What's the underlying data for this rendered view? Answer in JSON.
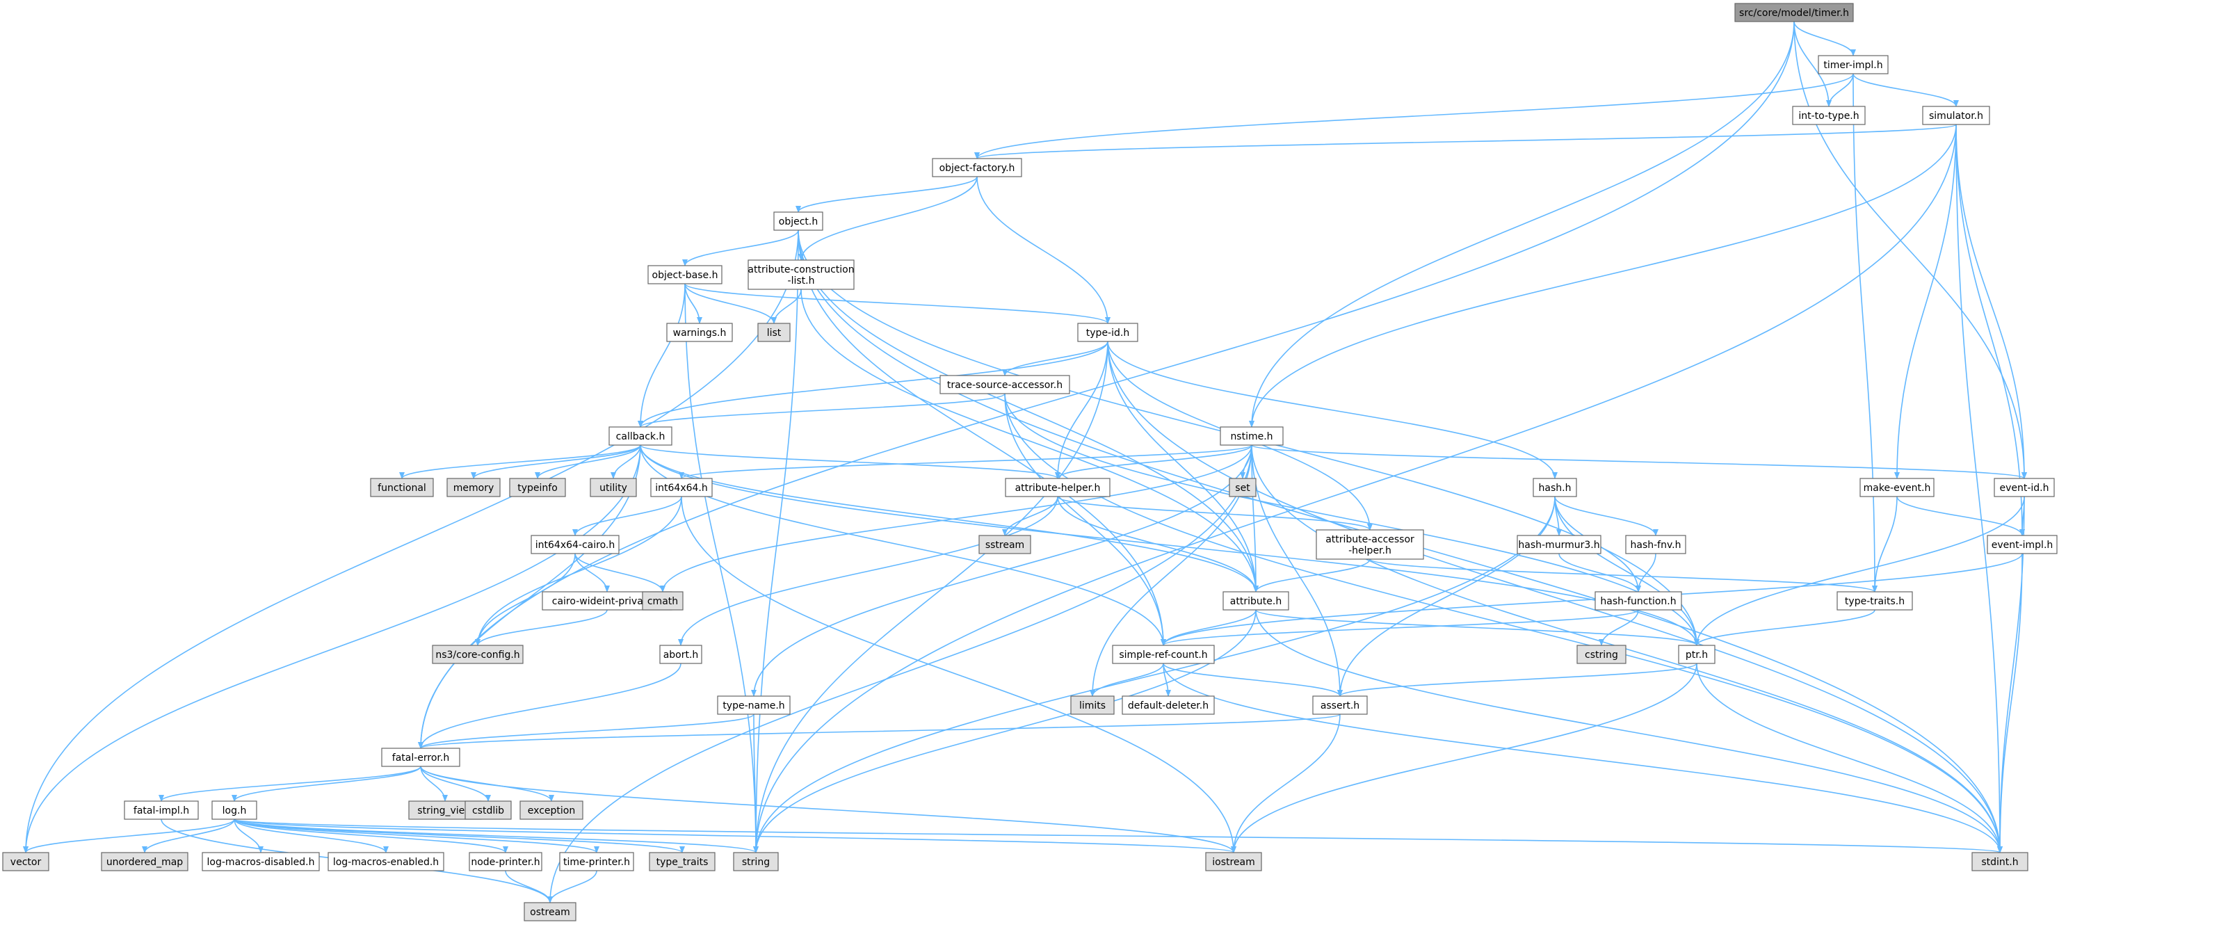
{
  "colors": {
    "edge": "#63b8ff",
    "node_fill": "#ffffff",
    "node_border": "#666666",
    "root_fill": "#999999",
    "system_fill": "#e0e0e0",
    "system_border": "#bfbfbf",
    "text": "#000000"
  },
  "graph": {
    "root": "src/core/model/timer.h",
    "nodes": [
      {
        "id": "timer",
        "label": [
          "src/core/model/timer.h"
        ],
        "kind": "root"
      },
      {
        "id": "timer_impl",
        "label": [
          "timer-impl.h"
        ],
        "kind": "file"
      },
      {
        "id": "int_to_type",
        "label": [
          "int-to-type.h"
        ],
        "kind": "file"
      },
      {
        "id": "simulator",
        "label": [
          "simulator.h"
        ],
        "kind": "file"
      },
      {
        "id": "object_factory",
        "label": [
          "object-factory.h"
        ],
        "kind": "file"
      },
      {
        "id": "object",
        "label": [
          "object.h"
        ],
        "kind": "file"
      },
      {
        "id": "object_base",
        "label": [
          "object-base.h"
        ],
        "kind": "file"
      },
      {
        "id": "attr_constr",
        "label": [
          "attribute-construction",
          "-list.h"
        ],
        "kind": "file"
      },
      {
        "id": "warnings",
        "label": [
          "warnings.h"
        ],
        "kind": "file"
      },
      {
        "id": "list",
        "label": [
          "list"
        ],
        "kind": "system"
      },
      {
        "id": "type_id",
        "label": [
          "type-id.h"
        ],
        "kind": "file"
      },
      {
        "id": "trace_src",
        "label": [
          "trace-source-accessor.h"
        ],
        "kind": "file"
      },
      {
        "id": "callback",
        "label": [
          "callback.h"
        ],
        "kind": "file"
      },
      {
        "id": "nstime",
        "label": [
          "nstime.h"
        ],
        "kind": "file"
      },
      {
        "id": "functional",
        "label": [
          "functional"
        ],
        "kind": "system"
      },
      {
        "id": "memory",
        "label": [
          "memory"
        ],
        "kind": "system"
      },
      {
        "id": "typeinfo",
        "label": [
          "typeinfo"
        ],
        "kind": "system"
      },
      {
        "id": "utility",
        "label": [
          "utility"
        ],
        "kind": "system"
      },
      {
        "id": "int64x64",
        "label": [
          "int64x64.h"
        ],
        "kind": "file"
      },
      {
        "id": "attr_helper",
        "label": [
          "attribute-helper.h"
        ],
        "kind": "file"
      },
      {
        "id": "set",
        "label": [
          "set"
        ],
        "kind": "system"
      },
      {
        "id": "hash",
        "label": [
          "hash.h"
        ],
        "kind": "file"
      },
      {
        "id": "make_event",
        "label": [
          "make-event.h"
        ],
        "kind": "file"
      },
      {
        "id": "event_id",
        "label": [
          "event-id.h"
        ],
        "kind": "file"
      },
      {
        "id": "int64_cairo",
        "label": [
          "int64x64-cairo.h"
        ],
        "kind": "file"
      },
      {
        "id": "sstream",
        "label": [
          "sstream"
        ],
        "kind": "system"
      },
      {
        "id": "attr_accessor",
        "label": [
          "attribute-accessor",
          "-helper.h"
        ],
        "kind": "file"
      },
      {
        "id": "hash_murmur",
        "label": [
          "hash-murmur3.h"
        ],
        "kind": "file"
      },
      {
        "id": "hash_fnv",
        "label": [
          "hash-fnv.h"
        ],
        "kind": "file"
      },
      {
        "id": "event_impl",
        "label": [
          "event-impl.h"
        ],
        "kind": "file"
      },
      {
        "id": "cairo_wide",
        "label": [
          "cairo-wideint-private.h"
        ],
        "kind": "file"
      },
      {
        "id": "cmath",
        "label": [
          "cmath"
        ],
        "kind": "system"
      },
      {
        "id": "attribute",
        "label": [
          "attribute.h"
        ],
        "kind": "file"
      },
      {
        "id": "hash_function",
        "label": [
          "hash-function.h"
        ],
        "kind": "file"
      },
      {
        "id": "type_traits_h",
        "label": [
          "type-traits.h"
        ],
        "kind": "file"
      },
      {
        "id": "ns3_config",
        "label": [
          "ns3/core-config.h"
        ],
        "kind": "system"
      },
      {
        "id": "abort",
        "label": [
          "abort.h"
        ],
        "kind": "file"
      },
      {
        "id": "simple_ref",
        "label": [
          "simple-ref-count.h"
        ],
        "kind": "file"
      },
      {
        "id": "cstring",
        "label": [
          "cstring"
        ],
        "kind": "system"
      },
      {
        "id": "ptr",
        "label": [
          "ptr.h"
        ],
        "kind": "file"
      },
      {
        "id": "limits",
        "label": [
          "limits"
        ],
        "kind": "system"
      },
      {
        "id": "default_deleter",
        "label": [
          "default-deleter.h"
        ],
        "kind": "file"
      },
      {
        "id": "type_name",
        "label": [
          "type-name.h"
        ],
        "kind": "file"
      },
      {
        "id": "assert",
        "label": [
          "assert.h"
        ],
        "kind": "file"
      },
      {
        "id": "fatal_error",
        "label": [
          "fatal-error.h"
        ],
        "kind": "file"
      },
      {
        "id": "fatal_impl",
        "label": [
          "fatal-impl.h"
        ],
        "kind": "file"
      },
      {
        "id": "log",
        "label": [
          "log.h"
        ],
        "kind": "file"
      },
      {
        "id": "string_view",
        "label": [
          "string_view"
        ],
        "kind": "system"
      },
      {
        "id": "cstdlib",
        "label": [
          "cstdlib"
        ],
        "kind": "system"
      },
      {
        "id": "exception",
        "label": [
          "exception"
        ],
        "kind": "system"
      },
      {
        "id": "vector",
        "label": [
          "vector"
        ],
        "kind": "system"
      },
      {
        "id": "unordered_map",
        "label": [
          "unordered_map"
        ],
        "kind": "system"
      },
      {
        "id": "log_macros_dis",
        "label": [
          "log-macros-disabled.h"
        ],
        "kind": "file"
      },
      {
        "id": "log_macros_en",
        "label": [
          "log-macros-enabled.h"
        ],
        "kind": "file"
      },
      {
        "id": "node_printer",
        "label": [
          "node-printer.h"
        ],
        "kind": "file"
      },
      {
        "id": "time_printer",
        "label": [
          "time-printer.h"
        ],
        "kind": "file"
      },
      {
        "id": "type_traits",
        "label": [
          "type_traits"
        ],
        "kind": "system"
      },
      {
        "id": "string",
        "label": [
          "string"
        ],
        "kind": "system"
      },
      {
        "id": "iostream",
        "label": [
          "iostream"
        ],
        "kind": "system"
      },
      {
        "id": "stdint",
        "label": [
          "stdint.h"
        ],
        "kind": "system"
      },
      {
        "id": "ostream",
        "label": [
          "ostream"
        ],
        "kind": "system"
      }
    ],
    "edges": [
      [
        "timer",
        "timer_impl"
      ],
      [
        "timer",
        "int_to_type"
      ],
      [
        "timer",
        "fatal_error"
      ],
      [
        "timer",
        "nstime"
      ],
      [
        "timer",
        "event_id"
      ],
      [
        "timer_impl",
        "int_to_type"
      ],
      [
        "timer_impl",
        "simulator"
      ],
      [
        "timer_impl",
        "type_traits_h"
      ],
      [
        "timer_impl",
        "object_factory"
      ],
      [
        "simulator",
        "object_factory"
      ],
      [
        "simulator",
        "event_id"
      ],
      [
        "simulator",
        "event_impl"
      ],
      [
        "simulator",
        "make_event"
      ],
      [
        "simulator",
        "nstime"
      ],
      [
        "simulator",
        "stdint"
      ],
      [
        "simulator",
        "string"
      ],
      [
        "object_factory",
        "object"
      ],
      [
        "object_factory",
        "attr_constr"
      ],
      [
        "object_factory",
        "type_id"
      ],
      [
        "object",
        "object_base"
      ],
      [
        "object",
        "attr_constr"
      ],
      [
        "object",
        "attribute"
      ],
      [
        "object",
        "ptr"
      ],
      [
        "object",
        "simple_ref"
      ],
      [
        "object",
        "stdint"
      ],
      [
        "object",
        "string"
      ],
      [
        "object",
        "vector"
      ],
      [
        "object_base",
        "warnings"
      ],
      [
        "object_base",
        "list"
      ],
      [
        "object_base",
        "type_id"
      ],
      [
        "object_base",
        "callback"
      ],
      [
        "object_base",
        "string"
      ],
      [
        "attr_constr",
        "list"
      ],
      [
        "attr_constr",
        "attribute"
      ],
      [
        "type_id",
        "trace_src"
      ],
      [
        "type_id",
        "callback"
      ],
      [
        "type_id",
        "attr_helper"
      ],
      [
        "type_id",
        "attr_accessor"
      ],
      [
        "type_id",
        "attribute"
      ],
      [
        "type_id",
        "hash"
      ],
      [
        "type_id",
        "stdint"
      ],
      [
        "type_id",
        "string"
      ],
      [
        "trace_src",
        "callback"
      ],
      [
        "trace_src",
        "simple_ref"
      ],
      [
        "trace_src",
        "ptr"
      ],
      [
        "trace_src",
        "stdint"
      ],
      [
        "callback",
        "functional"
      ],
      [
        "callback",
        "memory"
      ],
      [
        "callback",
        "typeinfo"
      ],
      [
        "callback",
        "utility"
      ],
      [
        "callback",
        "attr_helper"
      ],
      [
        "callback",
        "attribute"
      ],
      [
        "callback",
        "fatal_error"
      ],
      [
        "callback",
        "ptr"
      ],
      [
        "callback",
        "simple_ref"
      ],
      [
        "callback",
        "vector"
      ],
      [
        "nstime",
        "int64x64"
      ],
      [
        "nstime",
        "attr_helper"
      ],
      [
        "nstime",
        "set"
      ],
      [
        "nstime",
        "event_id"
      ],
      [
        "nstime",
        "attribute"
      ],
      [
        "nstime",
        "assert"
      ],
      [
        "nstime",
        "type_name"
      ],
      [
        "nstime",
        "cmath"
      ],
      [
        "nstime",
        "limits"
      ],
      [
        "nstime",
        "ostream"
      ],
      [
        "nstime",
        "stdint"
      ],
      [
        "int64x64",
        "int64_cairo"
      ],
      [
        "int64x64",
        "ns3_config"
      ],
      [
        "int64x64",
        "iostream"
      ],
      [
        "int64_cairo",
        "cairo_wide"
      ],
      [
        "int64_cairo",
        "cmath"
      ],
      [
        "int64_cairo",
        "ns3_config"
      ],
      [
        "cairo_wide",
        "ns3_config"
      ],
      [
        "attr_helper",
        "sstream"
      ],
      [
        "attr_helper",
        "attr_accessor"
      ],
      [
        "attr_helper",
        "attribute"
      ],
      [
        "attr_helper",
        "abort"
      ],
      [
        "attr_accessor",
        "attribute"
      ],
      [
        "attr_accessor",
        "type_traits_h"
      ],
      [
        "hash",
        "hash_murmur"
      ],
      [
        "hash",
        "hash_fnv"
      ],
      [
        "hash",
        "hash_function"
      ],
      [
        "hash",
        "assert"
      ],
      [
        "hash",
        "ptr"
      ],
      [
        "hash",
        "string"
      ],
      [
        "hash_murmur",
        "hash_function"
      ],
      [
        "hash_fnv",
        "hash_function"
      ],
      [
        "hash_function",
        "cstring"
      ],
      [
        "hash_function",
        "simple_ref"
      ],
      [
        "make_event",
        "event_impl"
      ],
      [
        "make_event",
        "type_traits_h"
      ],
      [
        "event_id",
        "event_impl"
      ],
      [
        "event_id",
        "ptr"
      ],
      [
        "event_id",
        "stdint"
      ],
      [
        "event_impl",
        "simple_ref"
      ],
      [
        "event_impl",
        "stdint"
      ],
      [
        "type_traits_h",
        "ptr"
      ],
      [
        "attribute",
        "ptr"
      ],
      [
        "attribute",
        "simple_ref"
      ],
      [
        "attribute",
        "string"
      ],
      [
        "attribute",
        "stdint"
      ],
      [
        "abort",
        "fatal_error"
      ],
      [
        "simple_ref",
        "assert"
      ],
      [
        "simple_ref",
        "limits"
      ],
      [
        "simple_ref",
        "default_deleter"
      ],
      [
        "simple_ref",
        "stdint"
      ],
      [
        "ptr",
        "assert"
      ],
      [
        "ptr",
        "iostream"
      ],
      [
        "ptr",
        "stdint"
      ],
      [
        "type_name",
        "fatal_error"
      ],
      [
        "type_name",
        "string"
      ],
      [
        "assert",
        "fatal_error"
      ],
      [
        "assert",
        "iostream"
      ],
      [
        "fatal_error",
        "fatal_impl"
      ],
      [
        "fatal_error",
        "log"
      ],
      [
        "fatal_error",
        "string_view"
      ],
      [
        "fatal_error",
        "cstdlib"
      ],
      [
        "fatal_error",
        "exception"
      ],
      [
        "fatal_error",
        "iostream"
      ],
      [
        "fatal_impl",
        "ostream"
      ],
      [
        "log",
        "vector"
      ],
      [
        "log",
        "unordered_map"
      ],
      [
        "log",
        "log_macros_dis"
      ],
      [
        "log",
        "log_macros_en"
      ],
      [
        "log",
        "node_printer"
      ],
      [
        "log",
        "time_printer"
      ],
      [
        "log",
        "type_traits"
      ],
      [
        "log",
        "string"
      ],
      [
        "log",
        "iostream"
      ],
      [
        "log",
        "stdint"
      ],
      [
        "node_printer",
        "ostream"
      ],
      [
        "time_printer",
        "ostream"
      ]
    ]
  }
}
